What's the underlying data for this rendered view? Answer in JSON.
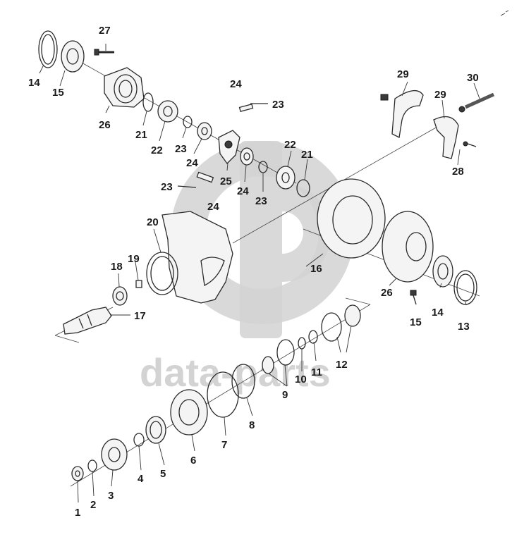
{
  "watermark": {
    "text": "data-parts",
    "color": "#cfcfcf"
  },
  "callouts": [
    {
      "id": "c14a",
      "text": "14"
    },
    {
      "id": "c15a",
      "text": "15"
    },
    {
      "id": "c27",
      "text": "27"
    },
    {
      "id": "c26a",
      "text": "26"
    },
    {
      "id": "c21a",
      "text": "21"
    },
    {
      "id": "c22a",
      "text": "22"
    },
    {
      "id": "c23a",
      "text": "23"
    },
    {
      "id": "c24a",
      "text": "24"
    },
    {
      "id": "c24b",
      "text": "24"
    },
    {
      "id": "c23b",
      "text": "23"
    },
    {
      "id": "c25",
      "text": "25"
    },
    {
      "id": "c24c",
      "text": "24"
    },
    {
      "id": "c22b",
      "text": "22"
    },
    {
      "id": "c21b",
      "text": "21"
    },
    {
      "id": "c23c",
      "text": "23"
    },
    {
      "id": "c23d",
      "text": "23"
    },
    {
      "id": "c24d",
      "text": "24"
    },
    {
      "id": "c29a",
      "text": "29"
    },
    {
      "id": "c30",
      "text": "30"
    },
    {
      "id": "c29b",
      "text": "29"
    },
    {
      "id": "c28",
      "text": "28"
    },
    {
      "id": "c20",
      "text": "20"
    },
    {
      "id": "c19",
      "text": "19"
    },
    {
      "id": "c18",
      "text": "18"
    },
    {
      "id": "c16",
      "text": "16"
    },
    {
      "id": "c17",
      "text": "17"
    },
    {
      "id": "c26b",
      "text": "26"
    },
    {
      "id": "c14b",
      "text": "14"
    },
    {
      "id": "c13",
      "text": "13"
    },
    {
      "id": "c15b",
      "text": "15"
    },
    {
      "id": "c12",
      "text": "12"
    },
    {
      "id": "c11",
      "text": "11"
    },
    {
      "id": "c10",
      "text": "10"
    },
    {
      "id": "c9",
      "text": "9"
    },
    {
      "id": "c8",
      "text": "8"
    },
    {
      "id": "c7",
      "text": "7"
    },
    {
      "id": "c6",
      "text": "6"
    },
    {
      "id": "c5",
      "text": "5"
    },
    {
      "id": "c4",
      "text": "4"
    },
    {
      "id": "c3",
      "text": "3"
    },
    {
      "id": "c2",
      "text": "2"
    },
    {
      "id": "c1",
      "text": "1"
    }
  ]
}
